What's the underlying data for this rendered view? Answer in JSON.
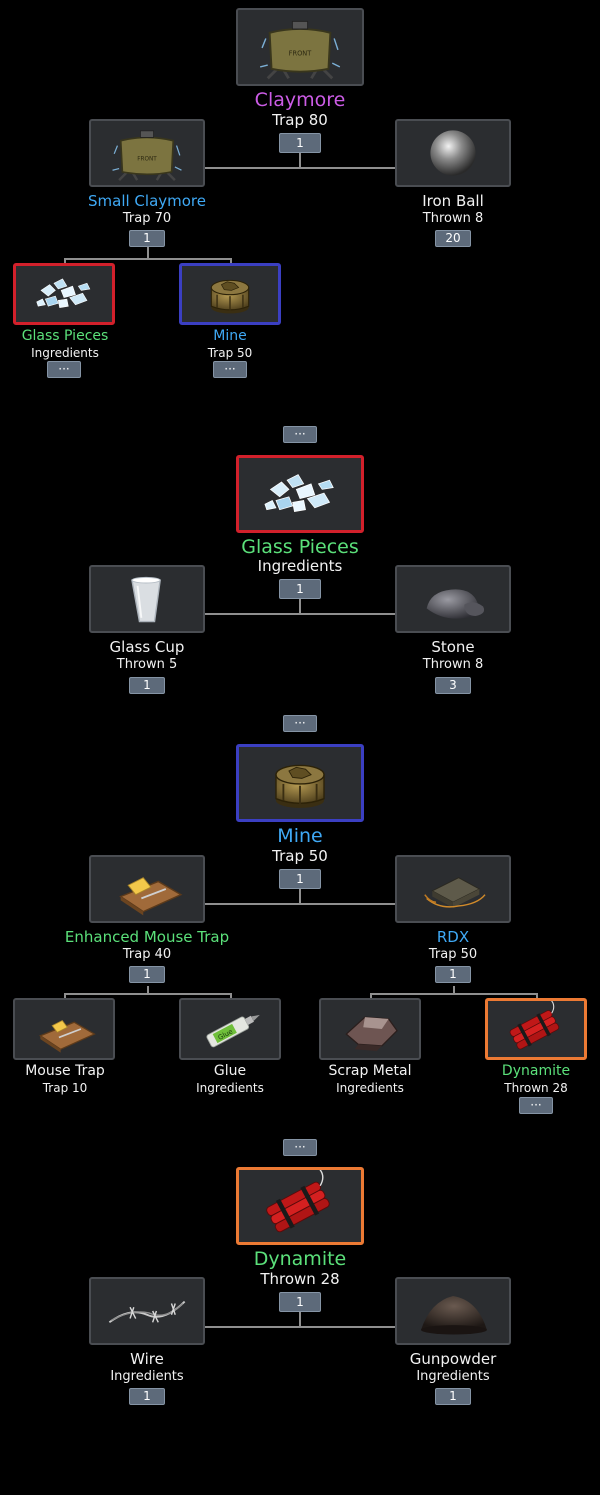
{
  "colors": {
    "legendary": "#cc5ce6",
    "rare": "#3fa9f5",
    "uncommon": "#5be07a",
    "common": "#f2f2f2"
  },
  "s1": {
    "root": {
      "name": "Claymore",
      "sub": "Trap 80",
      "badge": "1",
      "icon": "claymore-icon"
    },
    "left": {
      "name": "Small Claymore",
      "sub": "Trap 70",
      "badge": "1",
      "icon": "small-claymore-icon"
    },
    "right": {
      "name": "Iron Ball",
      "sub": "Thrown 8",
      "badge": "20",
      "icon": "iron-ball-icon"
    },
    "ll": {
      "name": "Glass Pieces",
      "sub": "Ingredients",
      "badge": "···",
      "icon": "glass-pieces-icon"
    },
    "lr": {
      "name": "Mine",
      "sub": "Trap 50",
      "badge": "···",
      "icon": "mine-icon"
    }
  },
  "sep1": "···",
  "s2": {
    "root": {
      "name": "Glass Pieces",
      "sub": "Ingredients",
      "badge": "1",
      "icon": "glass-pieces-icon"
    },
    "left": {
      "name": "Glass Cup",
      "sub": "Thrown 5",
      "badge": "1",
      "icon": "glass-cup-icon"
    },
    "right": {
      "name": "Stone",
      "sub": "Thrown 8",
      "badge": "3",
      "icon": "stone-icon"
    }
  },
  "sep2": "···",
  "s3": {
    "root": {
      "name": "Mine",
      "sub": "Trap 50",
      "badge": "1",
      "icon": "mine-icon"
    },
    "left": {
      "name": "Enhanced Mouse Trap",
      "sub": "Trap 40",
      "badge": "1",
      "icon": "enhanced-mouse-trap-icon"
    },
    "right": {
      "name": "RDX",
      "sub": "Trap 50",
      "badge": "1",
      "icon": "rdx-icon"
    },
    "ll": {
      "name": "Mouse Trap",
      "sub": "Trap 10",
      "icon": "mouse-trap-icon"
    },
    "lr": {
      "name": "Glue",
      "sub": "Ingredients",
      "icon": "glue-icon"
    },
    "rl": {
      "name": "Scrap Metal",
      "sub": "Ingredients",
      "icon": "scrap-metal-icon"
    },
    "rr": {
      "name": "Dynamite",
      "sub": "Thrown 28",
      "badge": "···",
      "icon": "dynamite-icon"
    }
  },
  "sep3": "···",
  "s4": {
    "root": {
      "name": "Dynamite",
      "sub": "Thrown 28",
      "badge": "1",
      "icon": "dynamite-icon"
    },
    "left": {
      "name": "Wire",
      "sub": "Ingredients",
      "badge": "1",
      "icon": "wire-icon"
    },
    "right": {
      "name": "Gunpowder",
      "sub": "Ingredients",
      "badge": "1",
      "icon": "gunpowder-icon"
    }
  }
}
